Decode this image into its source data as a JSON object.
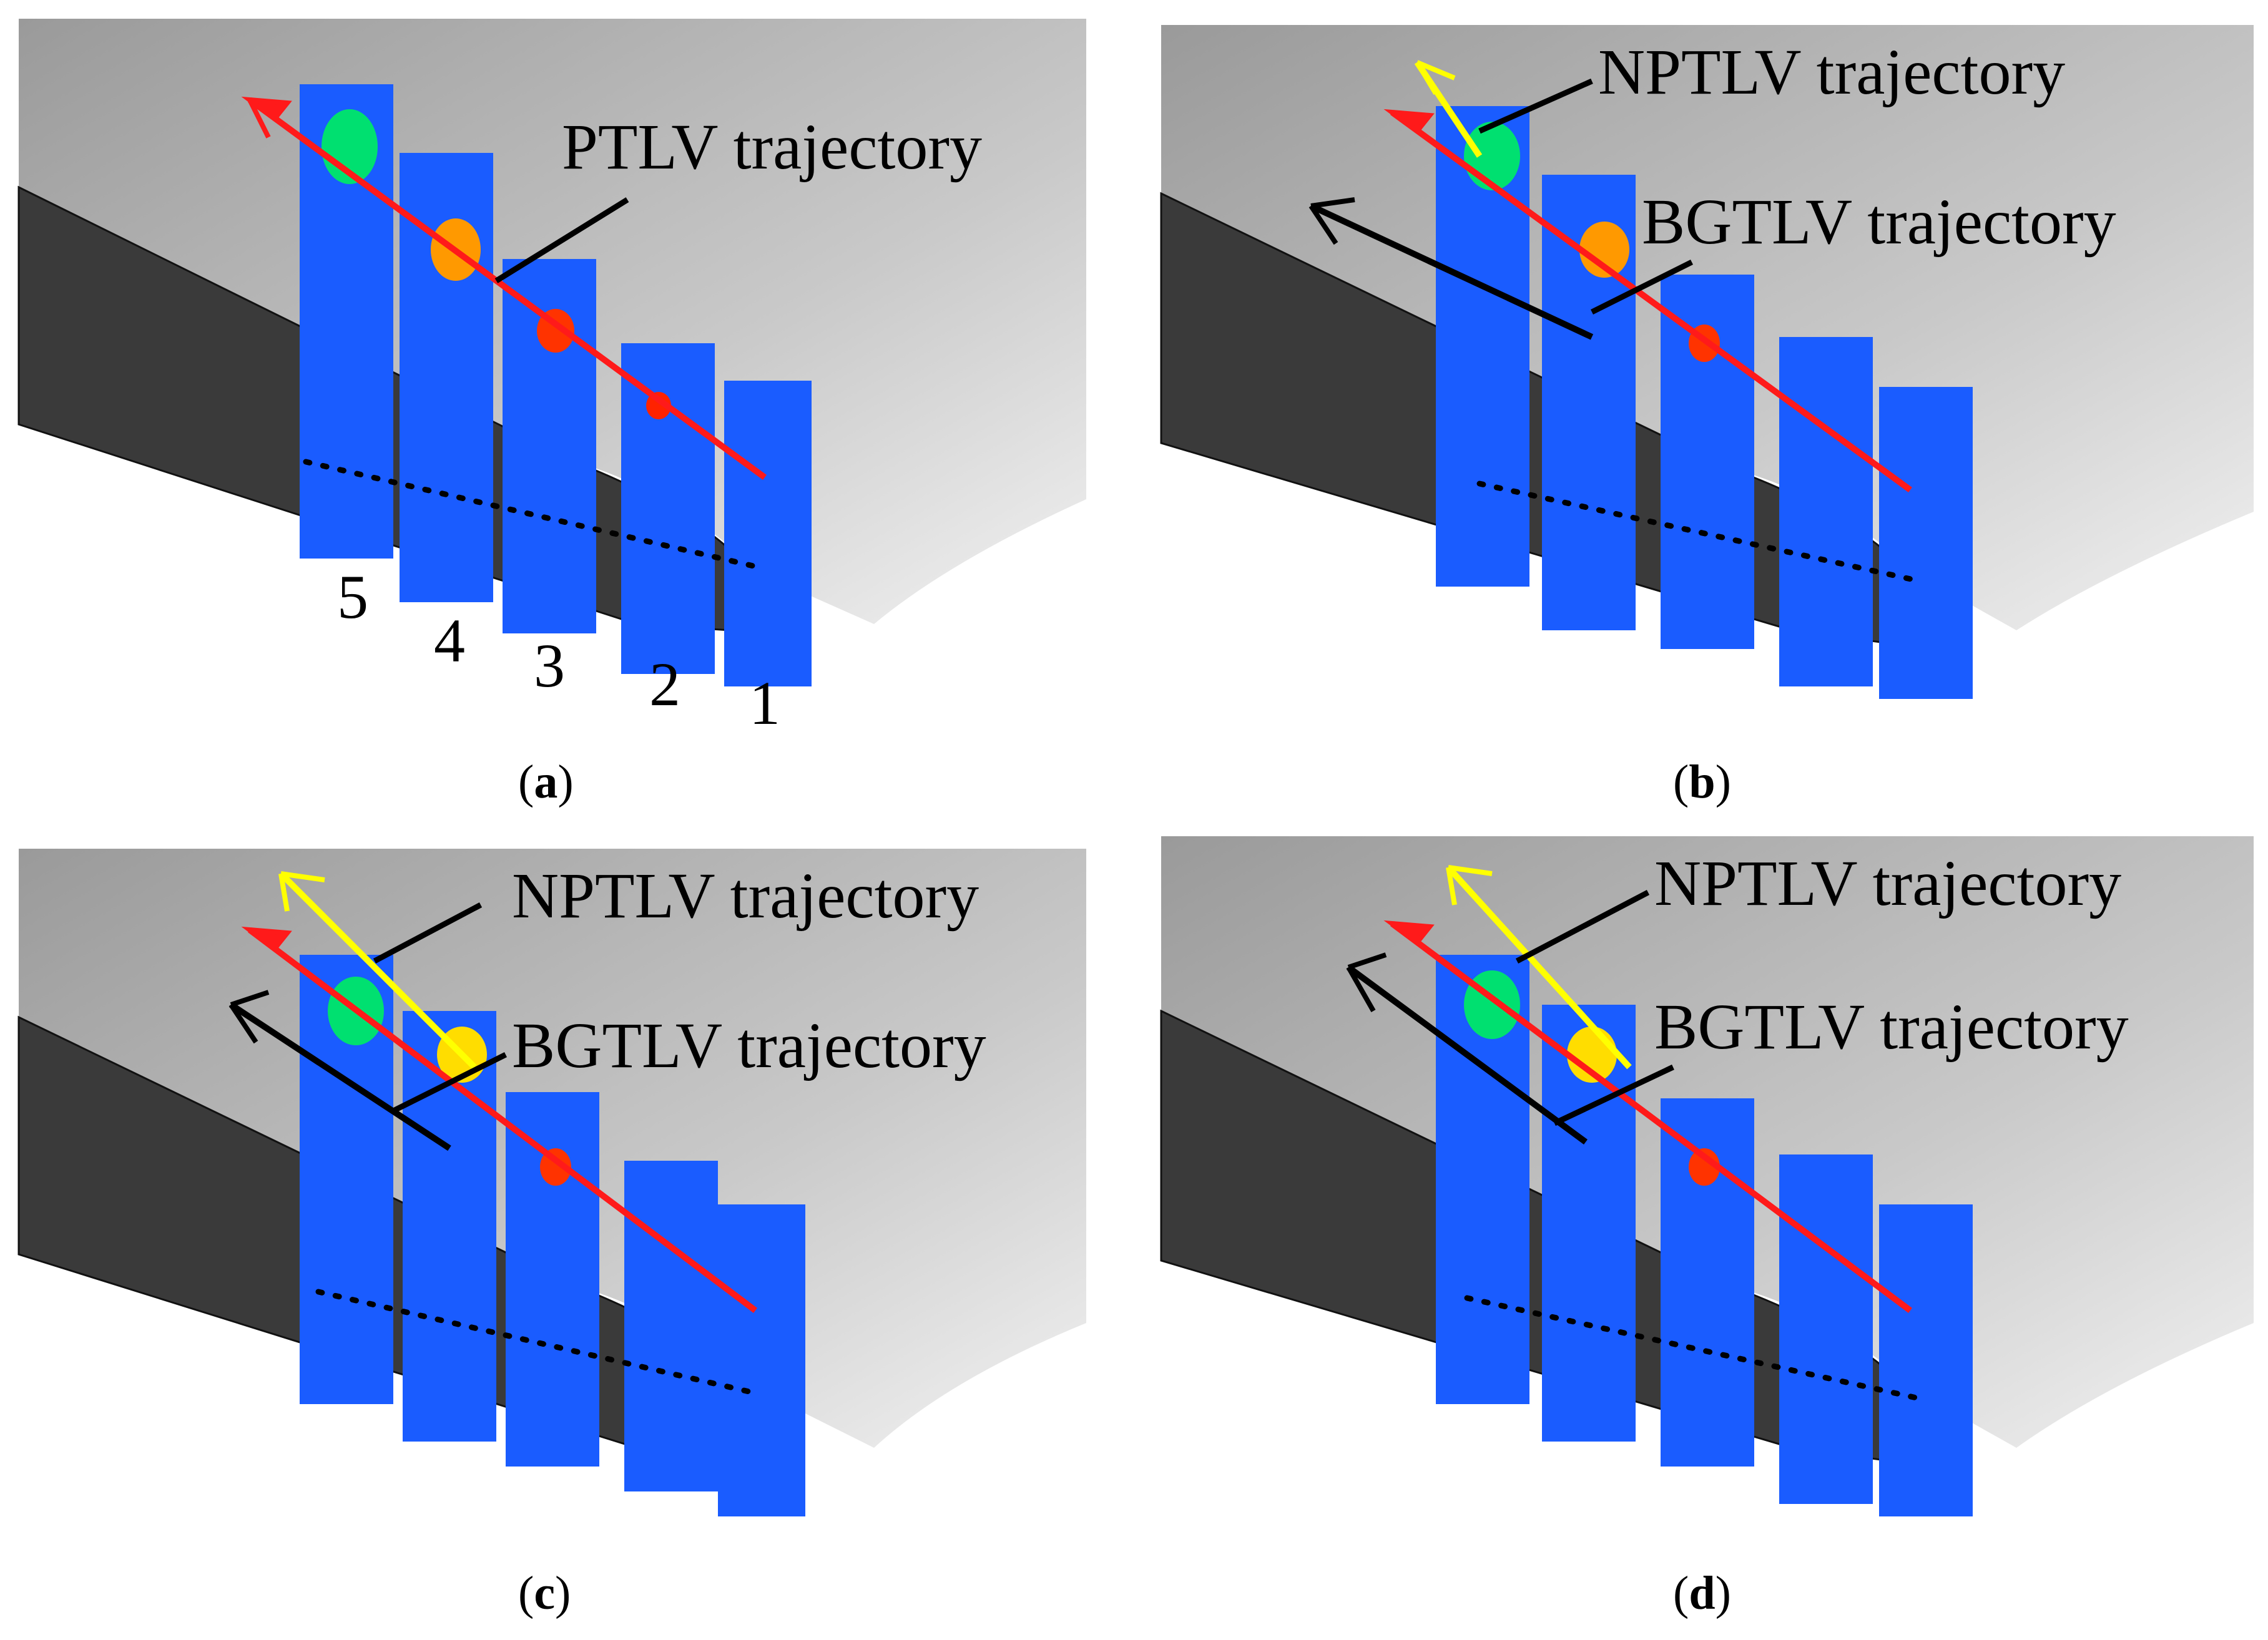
{
  "panels": [
    {
      "id": "a",
      "caption_letter": "a",
      "labels": [
        "PTLV trajectory"
      ],
      "section_numbers": [
        "5",
        "4",
        "3",
        "2",
        "1"
      ],
      "trajectories": [
        "PTLV"
      ]
    },
    {
      "id": "b",
      "caption_letter": "b",
      "labels": [
        "NPTLV trajectory",
        "BGTLV trajectory"
      ],
      "section_numbers": [],
      "trajectories": [
        "PTLV",
        "NPTLV",
        "BGTLV"
      ]
    },
    {
      "id": "c",
      "caption_letter": "c",
      "labels": [
        "NPTLV trajectory",
        "BGTLV trajectory"
      ],
      "section_numbers": [],
      "trajectories": [
        "PTLV",
        "NPTLV",
        "BGTLV"
      ]
    },
    {
      "id": "d",
      "caption_letter": "d",
      "labels": [
        "NPTLV trajectory",
        "BGTLV trajectory"
      ],
      "section_numbers": [],
      "trajectories": [
        "PTLV",
        "NPTLV",
        "BGTLV"
      ]
    }
  ],
  "colors": {
    "ptlv": "#ff1a1a",
    "nptlv": "#ffff00",
    "bgtlv": "#000000",
    "blade_top": "#b8b8b8",
    "blade_side": "#3a3a3a",
    "plane_bg": "#1a5cff"
  }
}
